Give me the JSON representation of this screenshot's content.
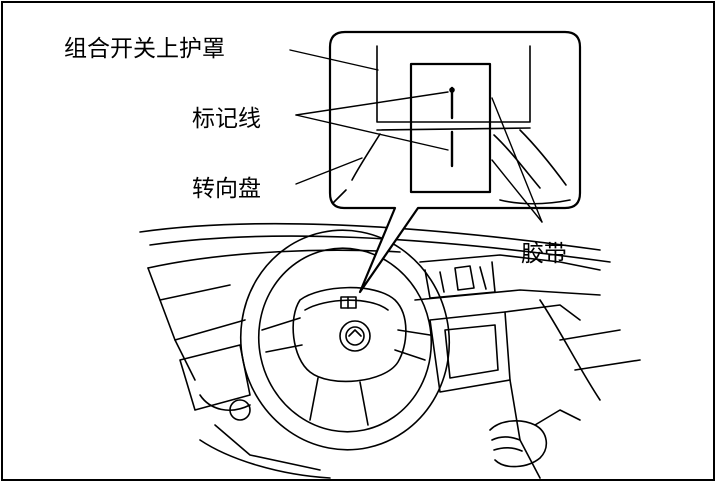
{
  "labels": {
    "combination_switch_upper_cover": "组合开关上护罩",
    "mark_line": "标记线",
    "steering_wheel": "转向盘",
    "tape": "胶带"
  },
  "colors": {
    "line": "#000000",
    "background": "#ffffff"
  }
}
